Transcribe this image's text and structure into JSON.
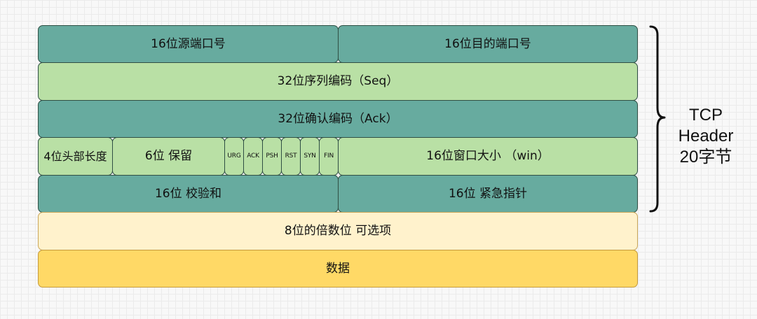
{
  "rows": {
    "src_port": "16位源端口号",
    "dst_port": "16位目的端口号",
    "seq": "32位序列编码（Seq）",
    "ack": "32位确认编码（Ack）",
    "header_len": "4位头部长度",
    "reserved": "6位 保留",
    "flags": [
      "URG",
      "ACK",
      "PSH",
      "RST",
      "SYN",
      "FIN"
    ],
    "window": "16位窗口大小 （win）",
    "checksum": "16位 校验和",
    "urgent": "16位 紧急指针",
    "options": "8位的倍数位 可选项",
    "data": "数据"
  },
  "brace": {
    "line1": "TCP",
    "line2": "Header",
    "line3": "20字节"
  },
  "colors": {
    "teal": "#67ab9f",
    "light_green": "#b9e0a5",
    "light_yellow": "#fff2cc",
    "yellow": "#ffd966"
  }
}
